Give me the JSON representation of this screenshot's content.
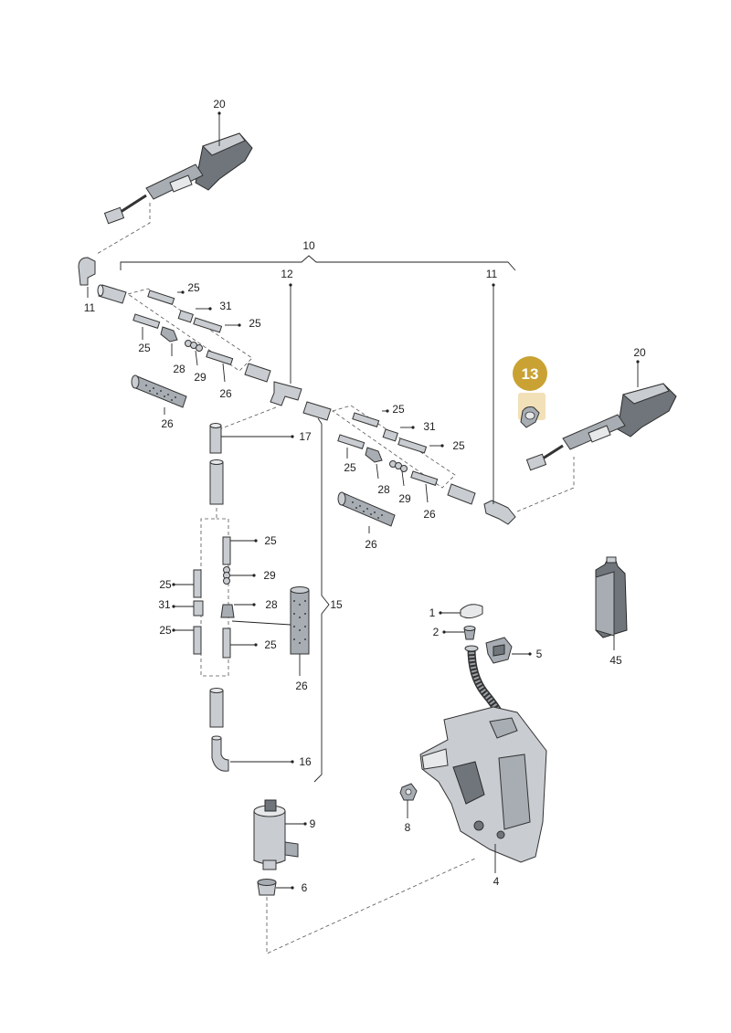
{
  "callouts": {
    "c20a": "20",
    "c10": "10",
    "c12": "12",
    "c11a": "11",
    "c11b": "11",
    "c25a": "25",
    "c31a": "31",
    "c25b": "25",
    "c25c": "25",
    "c28a": "28",
    "c29a": "29",
    "c26a": "26",
    "c26b": "26",
    "c13": "13",
    "c20b": "20",
    "c25d": "25",
    "c31b": "31",
    "c25e": "25",
    "c25f": "25",
    "c28b": "28",
    "c29b": "29",
    "c26c": "26",
    "c26d": "26",
    "c17": "17",
    "c25g": "25",
    "c29c": "29",
    "c25h": "25",
    "c31c": "31",
    "c28c": "28",
    "c25i": "25",
    "c25j": "25",
    "c15": "15",
    "c26e": "26",
    "c16": "16",
    "c9": "9",
    "c6": "6",
    "c1": "1",
    "c2": "2",
    "c5": "5",
    "c45": "45",
    "c8": "8",
    "c4": "4"
  },
  "highlight": {
    "label": "13",
    "color": "#c9a233",
    "swatch": "#f2e0b8"
  },
  "colors": {
    "line": "#222222",
    "part": "#c9cdd1",
    "dark": "#6f757b"
  }
}
